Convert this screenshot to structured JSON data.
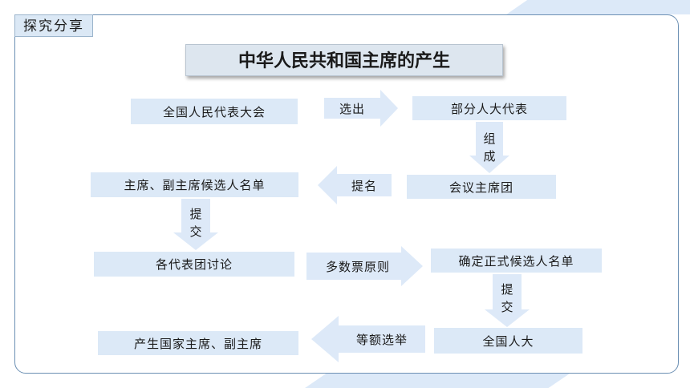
{
  "section_tag": "探究分享",
  "title": "中华人民共和国主席的产生",
  "nodes": {
    "npc_all": "全国人民代表大会",
    "partial_deputies": "部分人大代表",
    "presidium": "会议主席团",
    "candidates_list": "主席、副主席候选人名单",
    "delegations_discuss": "各代表团讨论",
    "formal_candidates": "确定正式候选人名单",
    "npc": "全国人大",
    "result": "产生国家主席、副主席"
  },
  "edges": {
    "elect": "选出",
    "compose": [
      "组",
      "成"
    ],
    "nominate": "提名",
    "submit1": [
      "提",
      "交"
    ],
    "majority": "多数票原则",
    "submit2": [
      "提",
      "交"
    ],
    "equal_election": "等额选举"
  },
  "colors": {
    "box_fill": "#dce9f7",
    "arrow_fill": "#dde9f8",
    "frame": "#6b8fb3"
  }
}
